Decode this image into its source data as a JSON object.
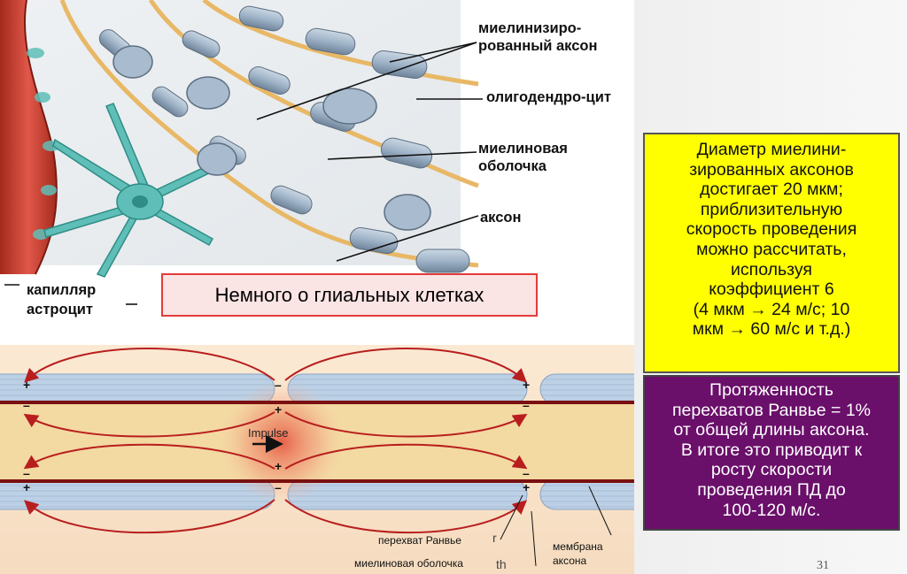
{
  "top_labels": {
    "myelinated_axon": "миелинизиро-рованный аксон",
    "oligodendrocyte": "олигодендро-цит",
    "myelin_sheath": "миелиновая оболочка",
    "axon": "аксон",
    "capillary": "капилляр",
    "astrocyte": "астроцит"
  },
  "title_box": "Немного о глиальных клетках",
  "yellow_box": "Диаметр миелини-\nзированных аксонов\nдостигает 20 мкм;\nприблизительную\nскорость проведения\nможно рассчитать,\nиспользуя\nкоэффициент 6\n(4 мкм → 24 м/с; 10\nмкм → 60 м/с и т.д.)",
  "purple_box": "Протяженность\nперехватов Ранвье = 1%\nот общей длины аксона.\nВ итоге это приводит к\nросту скорости\nпроведения ПД до\n100-120 м/с.",
  "bottom_labels": {
    "impulse": "Impulse",
    "ranvier_node": "перехват Ранвье",
    "myelin_sheath": "миелиновая оболочка",
    "membrane": "мембрана аксона",
    "frag_r": "r",
    "frag_th": "th"
  },
  "signs": {
    "plus": "+",
    "minus": "–"
  },
  "slide_number": "31",
  "colors": {
    "yellow_box": "#ffff00",
    "purple_box": "#6a0f6a",
    "title_border": "#e23b3b",
    "capillary": "#c8402e",
    "myelin": "#9fb3c8",
    "axon_core": "#f0c98a",
    "astrocyte": "#5fbfb8"
  }
}
